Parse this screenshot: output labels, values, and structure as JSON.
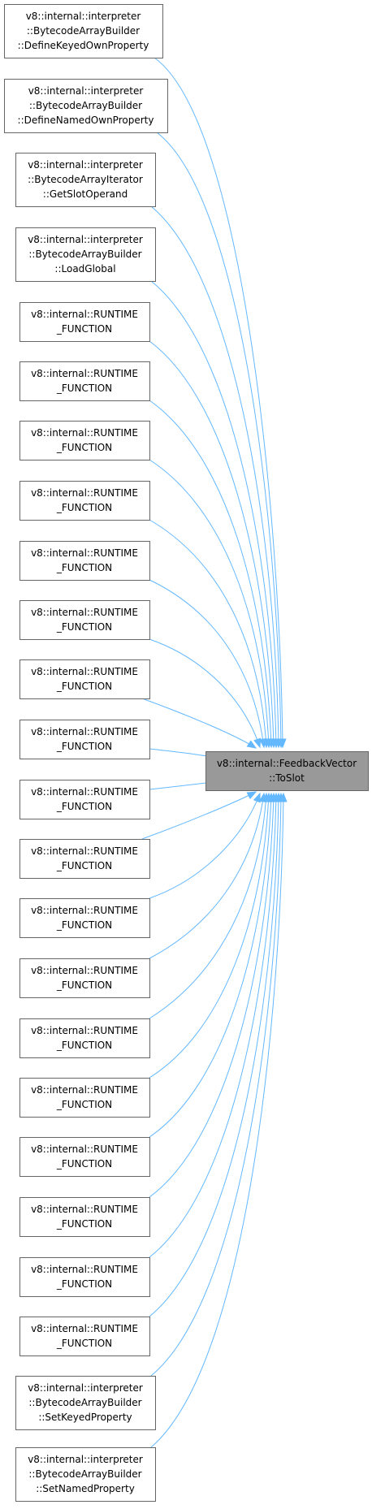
{
  "target": {
    "lines": [
      "v8::internal::FeedbackVector",
      "::ToSlot"
    ]
  },
  "callers": [
    {
      "lines": [
        "v8::internal::interpreter",
        "::BytecodeArrayBuilder",
        "::DefineKeyedOwnProperty"
      ]
    },
    {
      "lines": [
        "v8::internal::interpreter",
        "::BytecodeArrayBuilder",
        "::DefineNamedOwnProperty"
      ]
    },
    {
      "lines": [
        "v8::internal::interpreter",
        "::BytecodeArrayIterator",
        "::GetSlotOperand"
      ]
    },
    {
      "lines": [
        "v8::internal::interpreter",
        "::BytecodeArrayBuilder",
        "::LoadGlobal"
      ]
    },
    {
      "lines": [
        "v8::internal::RUNTIME",
        "_FUNCTION"
      ]
    },
    {
      "lines": [
        "v8::internal::RUNTIME",
        "_FUNCTION"
      ]
    },
    {
      "lines": [
        "v8::internal::RUNTIME",
        "_FUNCTION"
      ]
    },
    {
      "lines": [
        "v8::internal::RUNTIME",
        "_FUNCTION"
      ]
    },
    {
      "lines": [
        "v8::internal::RUNTIME",
        "_FUNCTION"
      ]
    },
    {
      "lines": [
        "v8::internal::RUNTIME",
        "_FUNCTION"
      ]
    },
    {
      "lines": [
        "v8::internal::RUNTIME",
        "_FUNCTION"
      ]
    },
    {
      "lines": [
        "v8::internal::RUNTIME",
        "_FUNCTION"
      ]
    },
    {
      "lines": [
        "v8::internal::RUNTIME",
        "_FUNCTION"
      ]
    },
    {
      "lines": [
        "v8::internal::RUNTIME",
        "_FUNCTION"
      ]
    },
    {
      "lines": [
        "v8::internal::RUNTIME",
        "_FUNCTION"
      ]
    },
    {
      "lines": [
        "v8::internal::RUNTIME",
        "_FUNCTION"
      ]
    },
    {
      "lines": [
        "v8::internal::RUNTIME",
        "_FUNCTION"
      ]
    },
    {
      "lines": [
        "v8::internal::RUNTIME",
        "_FUNCTION"
      ]
    },
    {
      "lines": [
        "v8::internal::RUNTIME",
        "_FUNCTION"
      ]
    },
    {
      "lines": [
        "v8::internal::RUNTIME",
        "_FUNCTION"
      ]
    },
    {
      "lines": [
        "v8::internal::RUNTIME",
        "_FUNCTION"
      ]
    },
    {
      "lines": [
        "v8::internal::RUNTIME",
        "_FUNCTION"
      ]
    },
    {
      "lines": [
        "v8::internal::interpreter",
        "::BytecodeArrayBuilder",
        "::SetKeyedProperty"
      ]
    },
    {
      "lines": [
        "v8::internal::interpreter",
        "::BytecodeArrayBuilder",
        "::SetNamedProperty"
      ]
    }
  ],
  "colors": {
    "edge": "#63b8ff",
    "target_fill": "#999999",
    "node_border": "#666666"
  }
}
